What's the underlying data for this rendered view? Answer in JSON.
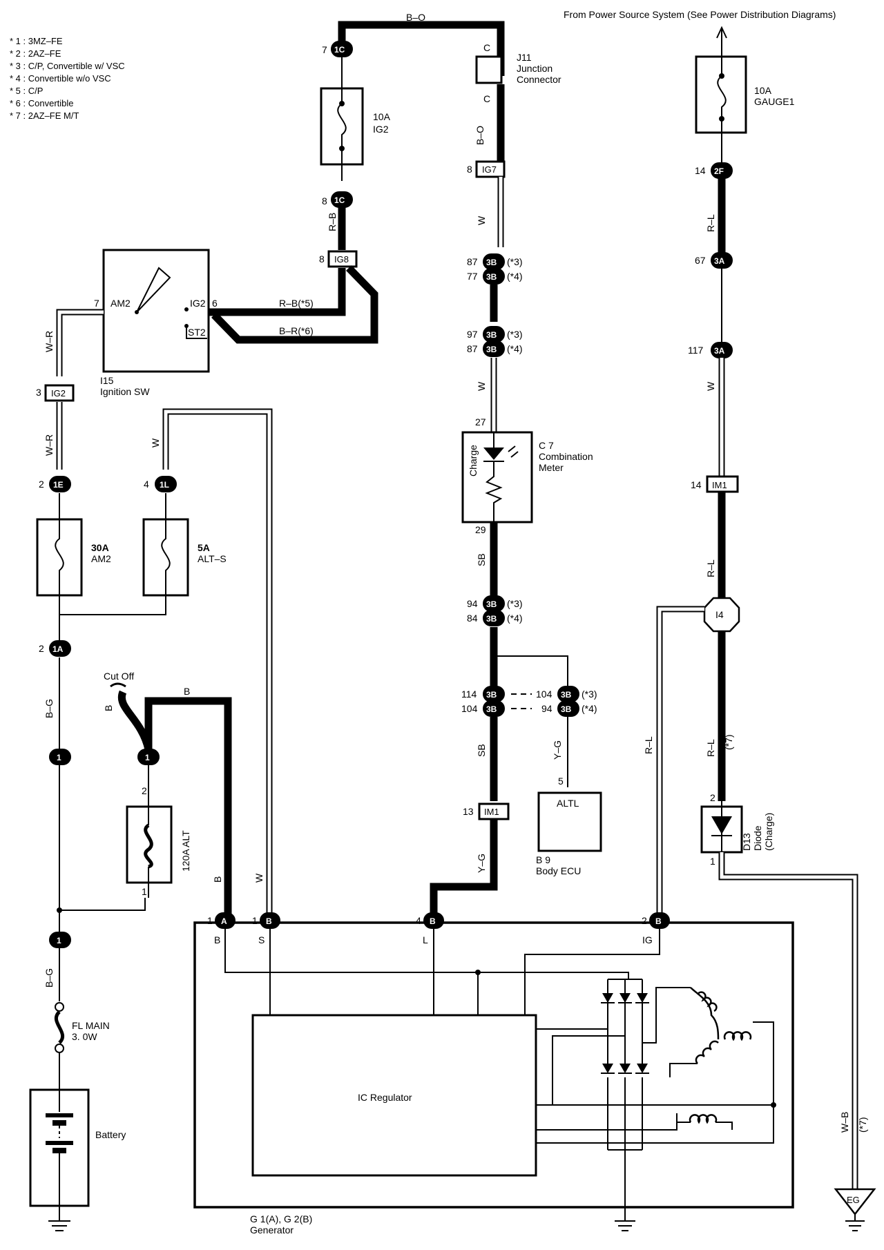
{
  "header": {
    "power_source": "From Power Source System (See Power Distribution Diagrams)"
  },
  "legend": [
    "* 1 : 3MZ–FE",
    "* 2 : 2AZ–FE",
    "* 3 : C/P,  Convertible w/ VSC",
    "* 4 : Convertible w/o VSC",
    "* 5 : C/P",
    "* 6 : Convertible",
    "* 7 : 2AZ–FE M/T"
  ],
  "fuses": {
    "ig2": {
      "rating": "10A",
      "name": "IG2"
    },
    "gauge1": {
      "rating": "10A",
      "name": "GAUGE1"
    },
    "am2": {
      "rating": "30A",
      "name": "AM2"
    },
    "alts": {
      "rating": "5A",
      "name": "ALT–S"
    },
    "alt120": {
      "rating": "120A ALT"
    },
    "flmain": {
      "name": "FL MAIN",
      "rating": "3. 0W"
    }
  },
  "components": {
    "ignition": {
      "id": "I15",
      "name": "Ignition SW",
      "am2": "AM2",
      "ig2": "IG2",
      "st2": "ST2",
      "pin_am2": "7",
      "pin_ig2": "6"
    },
    "junction": {
      "id": "J11",
      "line1": "Junction",
      "line2": "Connector",
      "pin": "C"
    },
    "meter": {
      "id": "C 7",
      "line1": "Combination",
      "line2": "Meter",
      "charge": "Charge",
      "pin_top": "27",
      "pin_bot": "29"
    },
    "ecu": {
      "id": "B 9",
      "name": "Body ECU",
      "label": "ALTL",
      "pin": "5"
    },
    "diode": {
      "id": "D13",
      "line1": "Diode",
      "line2": "(Charge)",
      "pin_top": "2",
      "pin_bot": "1"
    },
    "generator": {
      "id": "G 1(A), G 2(B)",
      "name": "Generator",
      "regulator": "IC Regulator",
      "t_b": "B",
      "t_s": "S",
      "t_l": "L",
      "t_ig": "IG"
    },
    "battery": {
      "name": "Battery"
    },
    "cutoff": "Cut Off",
    "joint": "I4",
    "ground_eg": "EG"
  },
  "connectors": {
    "c1c_top": {
      "pin": "7",
      "code": "1C"
    },
    "c1c_bot": {
      "pin": "8",
      "code": "1C"
    },
    "ig8": {
      "pin": "8",
      "code": "IG8"
    },
    "ig7": {
      "pin": "8",
      "code": "IG7"
    },
    "ig2": {
      "pin": "3",
      "code": "IG2"
    },
    "c1e": {
      "pin": "2",
      "code": "1E"
    },
    "c1l": {
      "pin": "4",
      "code": "1L"
    },
    "c1a": {
      "pin": "2",
      "code": "1A"
    },
    "c2f": {
      "pin": "14",
      "code": "2F"
    },
    "c3a_a": {
      "pin": "67",
      "code": "3A"
    },
    "c3a_b": {
      "pin": "117",
      "code": "3A"
    },
    "im1_r": {
      "pin": "14",
      "code": "IM1"
    },
    "im1_m": {
      "pin": "13",
      "code": "IM1"
    },
    "b3_1": {
      "pin": "87",
      "code": "3B",
      "note": "(*3)"
    },
    "b3_2": {
      "pin": "77",
      "code": "3B",
      "note": "(*4)"
    },
    "b3_3": {
      "pin": "97",
      "code": "3B",
      "note": "(*3)"
    },
    "b3_4": {
      "pin": "87",
      "code": "3B",
      "note": "(*4)"
    },
    "b3_5": {
      "pin": "94",
      "code": "3B",
      "note": "(*3)"
    },
    "b3_6": {
      "pin": "84",
      "code": "3B",
      "note": "(*4)"
    },
    "b3_7": {
      "pin": "114",
      "code": "3B"
    },
    "b3_8": {
      "pin": "104",
      "code": "3B"
    },
    "b3_9": {
      "pin": "104",
      "code": "3B",
      "note": "(*3)"
    },
    "b3_10": {
      "pin": "94",
      "code": "3B",
      "note": "(*4)"
    },
    "j1_a": {
      "code": "1"
    },
    "j1_b": {
      "code": "1"
    },
    "j1_c": {
      "code": "1"
    },
    "gen_a": {
      "pin": "1",
      "code": "A"
    },
    "gen_bs": {
      "pin": "1",
      "code": "B"
    },
    "gen_bl": {
      "pin": "4",
      "code": "B"
    },
    "gen_big": {
      "pin": "2",
      "code": "B"
    },
    "alt_top": "2",
    "alt_bot": "1"
  },
  "wires": {
    "b_o": "B–O",
    "b_o2": "B–O",
    "r_b": "R–B",
    "r_b5": "R–B(*5)",
    "b_r6": "B–R(*6)",
    "w_r1": "W–R",
    "w_r2": "W–R",
    "w1": "W",
    "w2": "W",
    "w3": "W",
    "w4": "W",
    "w5": "W",
    "r_l1": "R–L",
    "r_l2": "R–L",
    "r_l3": "R–L",
    "r_l4": "R–L",
    "r_l_note": "(*7)",
    "sb1": "SB",
    "sb2": "SB",
    "y_g1": "Y–G",
    "y_g2": "Y–G",
    "b_g1": "B–G",
    "b_g2": "B–G",
    "b1": "B",
    "b2": "B",
    "b3": "B",
    "w_b": "W–B",
    "w_b_note": "(*7)"
  }
}
